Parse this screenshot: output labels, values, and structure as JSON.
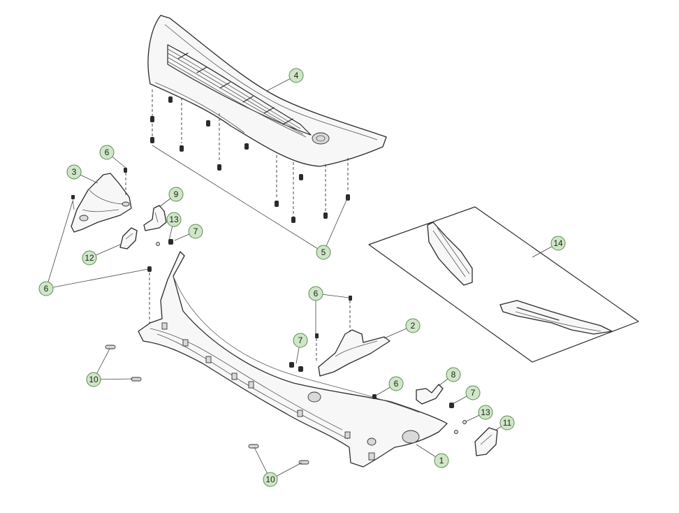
{
  "callout_style": {
    "fill": "#cfe6c7",
    "stroke": "#5b8a52"
  },
  "callouts": [
    {
      "id": "c4",
      "label": "4"
    },
    {
      "id": "c6a",
      "label": "6"
    },
    {
      "id": "c3",
      "label": "3"
    },
    {
      "id": "c9",
      "label": "9"
    },
    {
      "id": "c13a",
      "label": "13"
    },
    {
      "id": "c7a",
      "label": "7"
    },
    {
      "id": "c12",
      "label": "12"
    },
    {
      "id": "c5",
      "label": "5"
    },
    {
      "id": "c14",
      "label": "14"
    },
    {
      "id": "c6b",
      "label": "6"
    },
    {
      "id": "c6c",
      "label": "6"
    },
    {
      "id": "c2",
      "label": "2"
    },
    {
      "id": "c7b",
      "label": "7"
    },
    {
      "id": "c10a",
      "label": "10"
    },
    {
      "id": "c8",
      "label": "8"
    },
    {
      "id": "c6d",
      "label": "6"
    },
    {
      "id": "c7c",
      "label": "7"
    },
    {
      "id": "c13b",
      "label": "13"
    },
    {
      "id": "c11",
      "label": "11"
    },
    {
      "id": "c1",
      "label": "1"
    },
    {
      "id": "c10b",
      "label": "10"
    }
  ]
}
